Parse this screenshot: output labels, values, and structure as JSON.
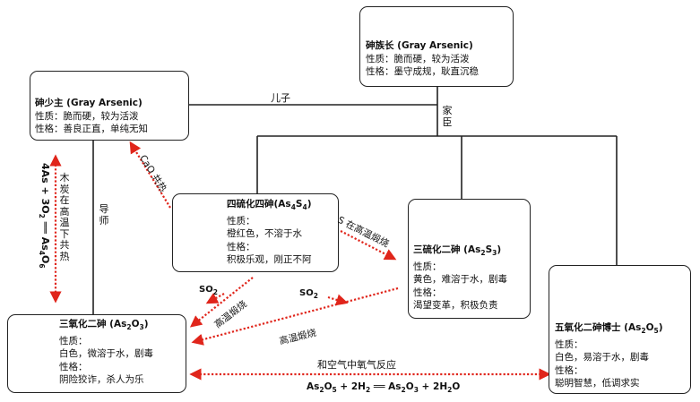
{
  "nodes": {
    "patriarch": {
      "name": "砷族长 (Gray Arsenic)",
      "line1": "性质：脆而硬，较为活泼",
      "line2": "性格：墨守成规，耿直沉稳"
    },
    "young_lord": {
      "name": "砷少主 (Gray Arsenic)",
      "line1": "性质：脆而硬，较为活泼",
      "line2": "性格：善良正直，单纯无知"
    },
    "as4s4": {
      "name_pre": "四硫化四砷(As",
      "sub1": "4",
      "mid": "S",
      "sub2": "4",
      "name_post": ")",
      "l1": "性质：",
      "l2": "橙红色，不溶于水",
      "l3": "性格：",
      "l4": "积极乐观，刚正不阿"
    },
    "as2s3": {
      "name_pre": "三硫化二砷 (As",
      "sub1": "2",
      "mid": "S",
      "sub2": "3",
      "name_post": ")",
      "l1": "性质：",
      "l2": "黄色，难溶于水，剧毒",
      "l3": "性格：",
      "l4": "渴望变革，积极负责"
    },
    "as2o3": {
      "name_pre": "三氧化二砷 (As",
      "sub1": "2",
      "mid": "O",
      "sub2": "3",
      "name_post": ")",
      "l1": "性质：",
      "l2": "白色，微溶于水，剧毒",
      "l3": "性格：",
      "l4": "阴险狡诈，杀人为乐"
    },
    "as2o5": {
      "name_pre": "五氧化二砷博士 (As",
      "sub1": "2",
      "mid": "O",
      "sub2": "5",
      "name_post": ")",
      "l1": "性质：",
      "l2": "白色，易溶于水，剧毒",
      "l3": "性格：",
      "l4": "聪明智慧，低调求实"
    }
  },
  "labels": {
    "son": "儿子",
    "retainer": "家臣",
    "mentor": "导师",
    "cao": "CaO 共热",
    "s_calcine": "S 在高温煅烧",
    "charcoal": "木炭在高温下共热",
    "calcine1": "高温煅烧",
    "calcine2": "高温煅烧",
    "so2_a": "SO",
    "so2_a_sub": "2",
    "so2_b": "SO",
    "so2_b_sub": "2",
    "air": "和空气中氧气反应"
  },
  "equations": {
    "combustion_pre": "4As + 3O",
    "combustion_sub1": "2",
    "combustion_mid": " ══ As",
    "combustion_sub2": "4",
    "combustion_mid2": "O",
    "combustion_sub3": "6",
    "reduction_pre": "As",
    "reduction_s1": "2",
    "reduction_m1": "O",
    "reduction_s2": "5",
    "reduction_m2": " + 2H",
    "reduction_s3": "2",
    "reduction_m3": " ══ As",
    "reduction_s4": "2",
    "reduction_m4": "O",
    "reduction_s5": "3",
    "reduction_m5": " + 2H",
    "reduction_s6": "2",
    "reduction_post": "O"
  },
  "colors": {
    "arrow": "#e0251b",
    "line": "#222222",
    "arsenic": "#c78fd6",
    "sulfur": "#c9a227",
    "oxygen": "#d92b2b"
  }
}
